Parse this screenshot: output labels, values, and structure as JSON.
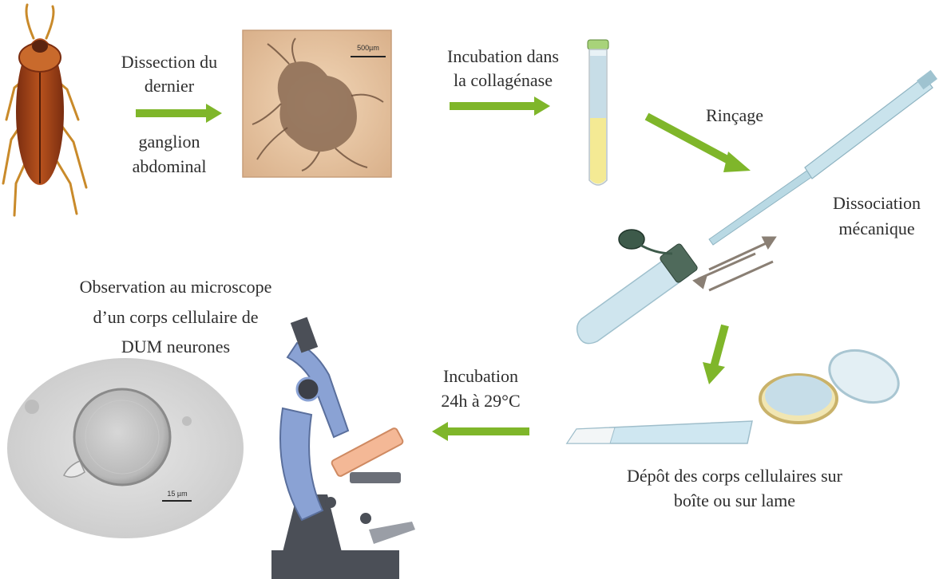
{
  "steps": {
    "dissection": {
      "line1": "Dissection du",
      "line2": "dernier",
      "line3": "ganglion",
      "line4": "abdominal"
    },
    "incubation_collagenase": {
      "line1": "Incubation dans",
      "line2": "la collagénase"
    },
    "rincage": {
      "label": "Rinçage"
    },
    "dissociation": {
      "line1": "Dissociation",
      "line2": "mécanique"
    },
    "depot": {
      "line1": "Dépôt des corps cellulaires  sur",
      "line2": "boîte ou sur lame"
    },
    "incubation_24h": {
      "line1": "Incubation",
      "line2": "24h à 29°C"
    },
    "observation": {
      "line1": "Observation au microscope",
      "line2": "d’un corps cellulaire  de",
      "line3": "DUM neurones"
    }
  },
  "scalebars": {
    "ganglion": "500µm",
    "neuron": "15 µm"
  },
  "colors": {
    "arrow_green": "#7fb62a",
    "arrow_gray": "#8a7f74",
    "tube_blue": "#bcd8e4",
    "collagenase_yellow": "#f4ea94",
    "microscope_blue": "#8aa2d4"
  },
  "icons": {
    "cockroach": "cockroach-icon",
    "ganglion": "ganglion-micrograph",
    "tube": "test-tube-icon",
    "pipette": "pipette-icon",
    "dish": "petri-dish-icon",
    "slide": "glass-slide-icon",
    "microscope": "microscope-icon",
    "neuron": "neuron-micrograph"
  }
}
